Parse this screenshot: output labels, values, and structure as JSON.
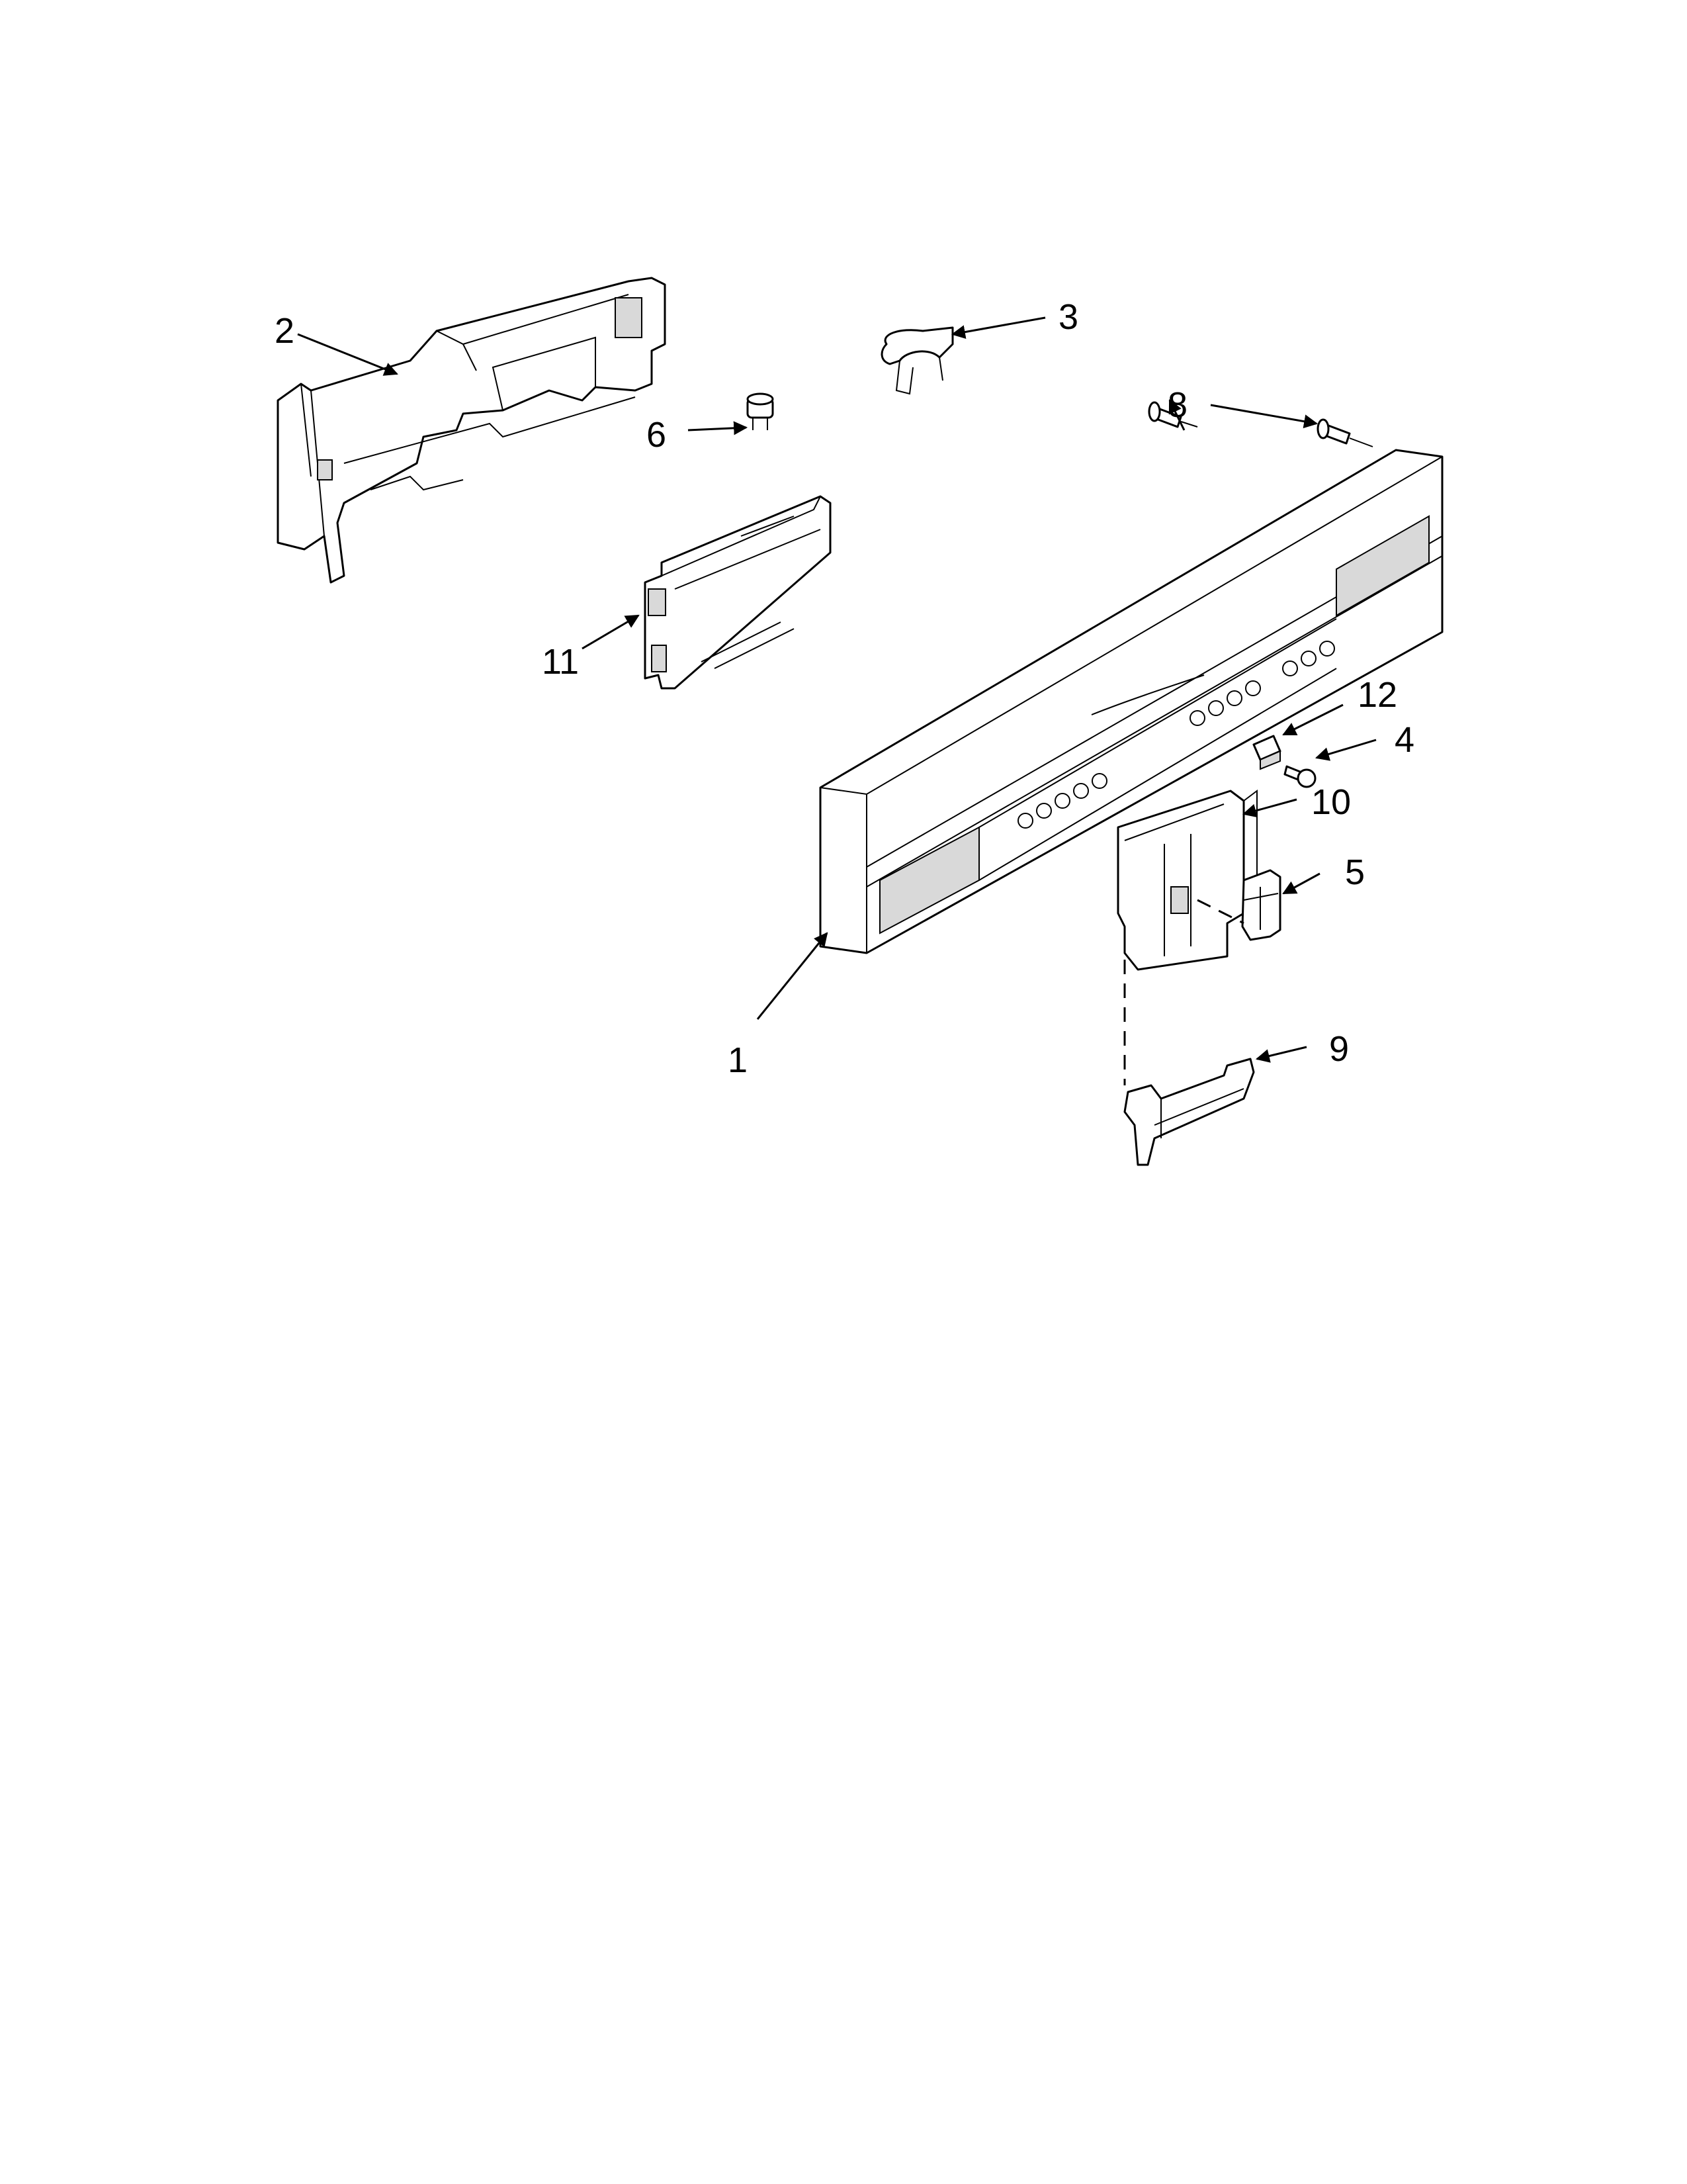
{
  "callouts": [
    {
      "id": "callout-1",
      "label": "1"
    },
    {
      "id": "callout-2",
      "label": "2"
    },
    {
      "id": "callout-3",
      "label": "3"
    },
    {
      "id": "callout-4",
      "label": "4"
    },
    {
      "id": "callout-5",
      "label": "5"
    },
    {
      "id": "callout-6",
      "label": "6"
    },
    {
      "id": "callout-8",
      "label": "8"
    },
    {
      "id": "callout-9",
      "label": "9"
    },
    {
      "id": "callout-10",
      "label": "10"
    },
    {
      "id": "callout-11",
      "label": "11"
    },
    {
      "id": "callout-12",
      "label": "12"
    }
  ]
}
